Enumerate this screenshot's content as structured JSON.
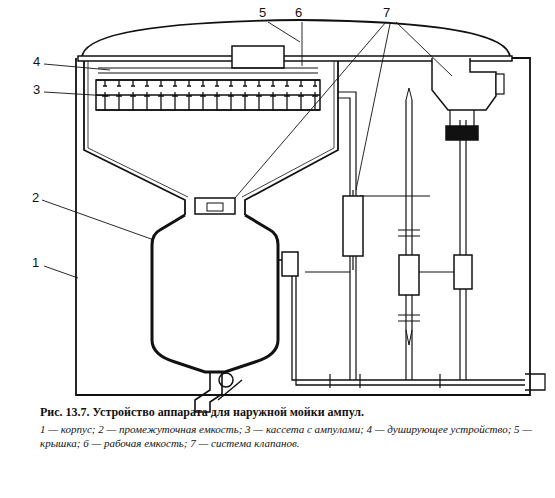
{
  "diagram": {
    "caption": "Рис. 13.7. Устройство аппарата для наружной мойки ампул.",
    "labels": [
      "1",
      "2",
      "3",
      "4",
      "5",
      "6",
      "7",
      "1 — корпус; 2 — промежуточная емкость; 3 — кассета с ампулами; 4 — душирующее устройство; 5 — крышка; 6 — рабочая емкость; 7 — система клапанов."
    ]
  }
}
